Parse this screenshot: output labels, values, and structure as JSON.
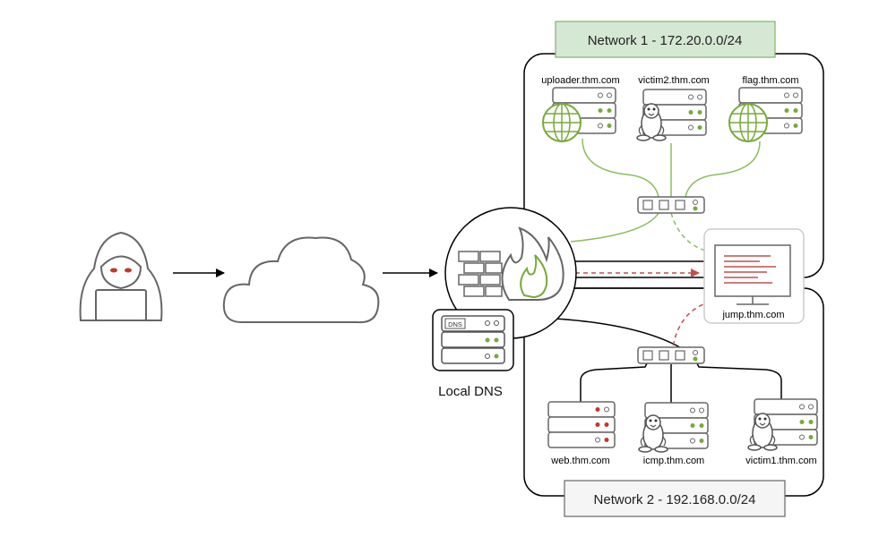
{
  "networks": [
    {
      "label": "Network 1 - 172.20.0.0/24",
      "fill": "#d5e8d4",
      "stroke": "#82b366"
    },
    {
      "label": "Network 2 - 192.168.0.0/24",
      "fill": "#f5f5f5",
      "stroke": "#666666"
    }
  ],
  "network1_hosts": [
    "uploader.thm.com",
    "victim2.thm.com",
    "flag.thm.com"
  ],
  "network2_hosts": [
    "web.thm.com",
    "icmp.thm.com",
    "victim1.thm.com"
  ],
  "jump_host": "jump.thm.com",
  "dns": {
    "label": "Local DNS",
    "badge": "DNS"
  },
  "colors": {
    "green": "#77aa3b",
    "red": "#c0392b",
    "gray": "#666666"
  }
}
